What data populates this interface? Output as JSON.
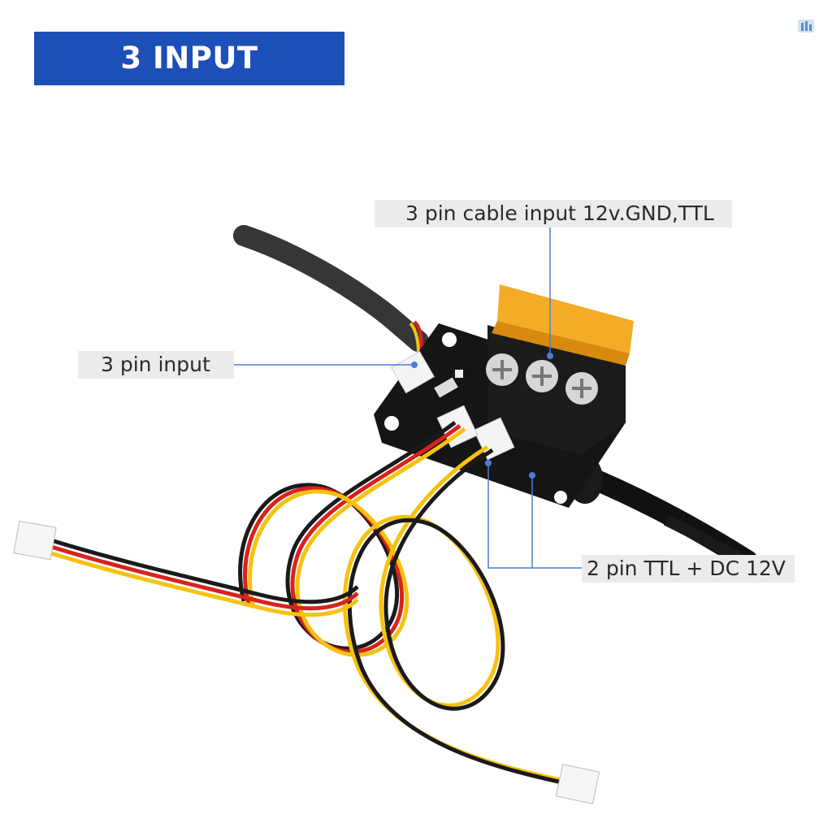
{
  "title": "3 INPUT METHODS",
  "callouts": {
    "top": "3 pin cable input 12v.GND,TTL",
    "left": "3 pin input",
    "bottom": "2 pin TTL + DC 12V"
  },
  "colors": {
    "banner": "#1d4fb8",
    "label_bg": "#ebebeb",
    "leader_line": "#4a7fd4",
    "terminal_cover": "#f3a81b",
    "wire_yellow": "#f5c20f",
    "wire_red": "#d8231c",
    "wire_black": "#1a1a1a"
  },
  "icons": [
    "shop-logo-icon"
  ]
}
